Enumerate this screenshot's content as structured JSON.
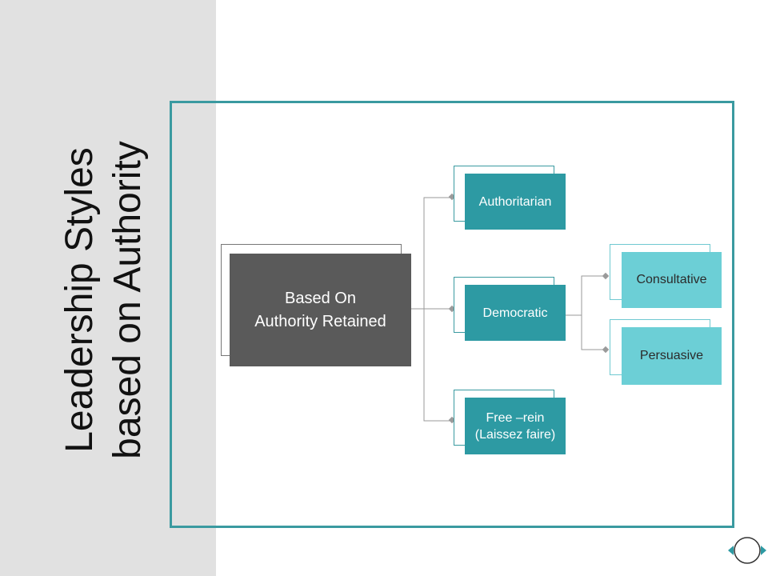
{
  "slide": {
    "title_line1": "Leadership Styles",
    "title_line2": "based on Authority"
  },
  "diagram": {
    "root": {
      "line1": "Based On",
      "line2": "Authority Retained"
    },
    "styles": [
      {
        "label": "Authoritarian"
      },
      {
        "label": "Democratic"
      },
      {
        "line1": "Free –rein",
        "line2": "(Laissez faire)"
      }
    ],
    "democratic_subtypes": [
      {
        "label": "Consultative"
      },
      {
        "label": "Persuasive"
      }
    ]
  },
  "colors": {
    "sidebar": "#e1e1e1",
    "frame": "#3a9aa0",
    "root_box": "#5a5a5a",
    "style_box": "#2d9aa3",
    "subtype_box": "#6ccfd6"
  }
}
